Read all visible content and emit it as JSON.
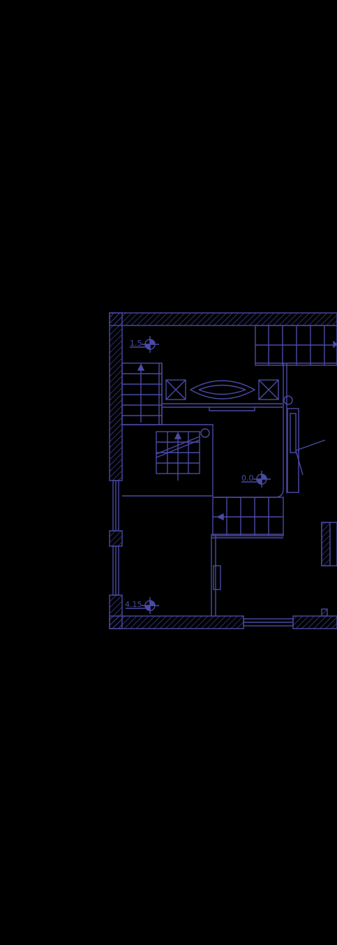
{
  "colors": {
    "background": "#000000",
    "line": "#4a4aa6"
  },
  "plan": {
    "level_marks": [
      {
        "id": "top-left",
        "text": "1.5"
      },
      {
        "id": "center",
        "text": "0.0"
      },
      {
        "id": "bottom-left",
        "text": "4.15"
      }
    ]
  }
}
